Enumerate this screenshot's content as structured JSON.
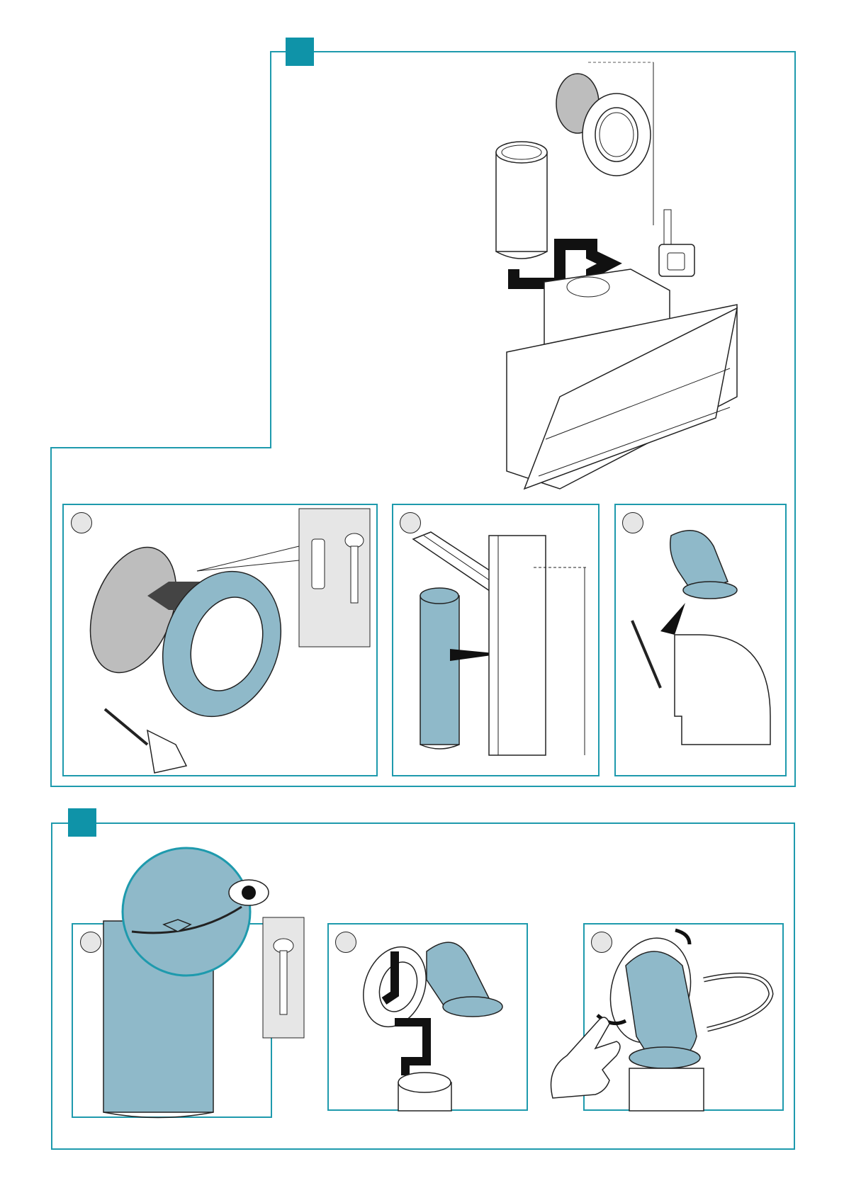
{
  "colors": {
    "accent": "#1e9aad",
    "badge": "#0f93a8",
    "duct_blue": "#8fb9c9",
    "line": "#222222",
    "grey_fill": "#bdbdbd"
  },
  "sections": [
    {
      "id": "section-1",
      "badge_icon": "step-square",
      "panels": [
        {
          "id": "wall-plate-mounting",
          "icons": [
            "wall-hole-icon",
            "flange-ring-icon",
            "wall-plug-icon",
            "screw-icon",
            "drill-icon"
          ]
        },
        {
          "id": "cut-duct-to-length",
          "icons": [
            "hacksaw-icon",
            "duct-pipe-icon",
            "chimney-icon"
          ]
        },
        {
          "id": "cut-elbow",
          "icons": [
            "elbow-icon",
            "knife-icon"
          ]
        }
      ],
      "overview_icons": [
        "extractor-hood-icon",
        "duct-pipe-icon",
        "wall-flange-icon",
        "tape-measure-icon"
      ]
    },
    {
      "id": "section-2",
      "badge_icon": "step-square",
      "panels": [
        {
          "id": "fix-duct-screws",
          "icons": [
            "magnifier-detail-icon",
            "eye-icon",
            "screw-icon"
          ]
        },
        {
          "id": "attach-elbow",
          "icons": [
            "elbow-icon",
            "wall-flange-icon",
            "arrow-icon"
          ]
        },
        {
          "id": "clamp-elbow",
          "icons": [
            "hose-clamp-icon",
            "hand-icon",
            "rotate-arrow-icon"
          ]
        }
      ]
    }
  ]
}
